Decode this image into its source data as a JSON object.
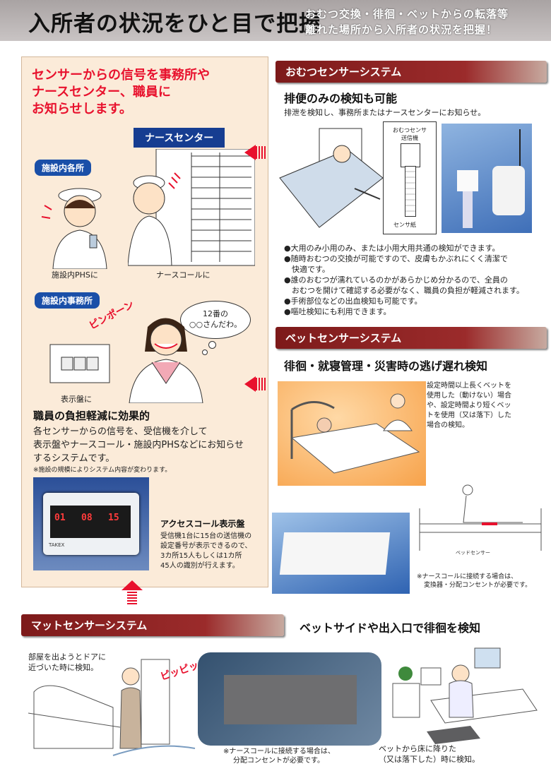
{
  "header": {
    "title": "入所者の状況をひと目で把握",
    "subtitle_line1": "おむつ交換・徘徊・ベットからの転落等",
    "subtitle_line2": "離れた場所から入所者の状況を把握！"
  },
  "left_panel": {
    "headline": [
      "センサーからの信号を事務所や",
      "ナースセンター、職員に",
      "お知らせします。"
    ],
    "nurse_center_label": "ナースセンター",
    "facility_places_label": "施設内各所",
    "phs_caption": "施設内PHSに",
    "nurse_call_caption": "ナースコールに",
    "office_label": "施設内事務所",
    "pinpon": "ピンポーン",
    "speech_bubble": [
      "12番の",
      "○○さんだわ。"
    ],
    "display_caption": "表示盤に",
    "effect_title": "職員の負担軽減に効果的",
    "effect_body": [
      "各センサーからの信号を、受信機を介して",
      "表示盤やナースコール・施設内PHSなどにお知らせ",
      "するシステムです。"
    ],
    "effect_note": "※施設の規模によりシステム内容が変わります。",
    "panel_display": {
      "digits": [
        "01",
        "08",
        "15"
      ],
      "brand": "TAKEX"
    },
    "access_title": "アクセスコール表示盤",
    "access_body": [
      "受信機1台に15台の送信機の",
      "設定番号が表示できるので、",
      "3カ所15人もしくは1カ所",
      "45人の識別が行えます。"
    ]
  },
  "omutsu": {
    "header": "おむつセンサーシステム",
    "title": "排便のみの検知も可能",
    "desc": "排泄を検知し、事務所またはナースセンターにお知らせ。",
    "transmitter_label": [
      "おむつセンサ",
      "送信機"
    ],
    "sensor_paper_label": "センサ紙",
    "bullets": [
      [
        "●大用のみ小用のみ、または小用大用共通の検知ができます。"
      ],
      [
        "●随時おむつの交換が可能ですので、皮膚もかぶれにくく清潔で",
        "　快適です。"
      ],
      [
        "●誰のおむつが濡れているのかがあらかじめ分かるので、全員の",
        "　おむつを開けて確認する必要がなく、職員の負担が軽減されます。"
      ],
      [
        "●手術部位などの出血検知も可能です。"
      ],
      [
        "●嘔吐検知にも利用できます。"
      ]
    ]
  },
  "bed": {
    "header": "ベットセンサーシステム",
    "title": "徘徊・就寝管理・災害時の逃げ遅れ検知",
    "desc": [
      "設定時間以上長くベットを",
      "使用した（動けない）場合",
      "や、設定時間より短くベッ",
      "トを使用（又は落下）した",
      "場合の検知。"
    ],
    "sensor_label": "ベッドセンサー",
    "note": [
      "※ナースコールに接続する場合は、",
      "変換器・分配コンセントが必要です。"
    ]
  },
  "mat": {
    "header": "マットセンサーシステム",
    "title": "ベットサイドや出入口で徘徊を検知",
    "door_caption": [
      "部屋を出ようとドアに",
      "近づいた時に検知。"
    ],
    "pippi": "ピッピッ",
    "note": [
      "※ナースコールに接続する場合は、",
      "分配コンセントが必要です。"
    ],
    "bedside_caption": [
      "ベットから床に降りた",
      "（又は落下した）時に検知。"
    ]
  },
  "colors": {
    "red": "#e8112d",
    "navy": "#163d91",
    "maroon": "#7d1a1a",
    "panel": "#fbebd9"
  }
}
